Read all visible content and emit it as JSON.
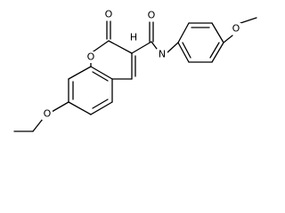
{
  "atoms": {
    "ring_oxygen": "O",
    "carbonyl_oxygen_lactone": "O",
    "amide_oxygen": "O",
    "amide_nitrogen": "N",
    "amide_hydrogen": "H",
    "methoxy_oxygen": "O",
    "ethoxy_oxygen": "O"
  }
}
